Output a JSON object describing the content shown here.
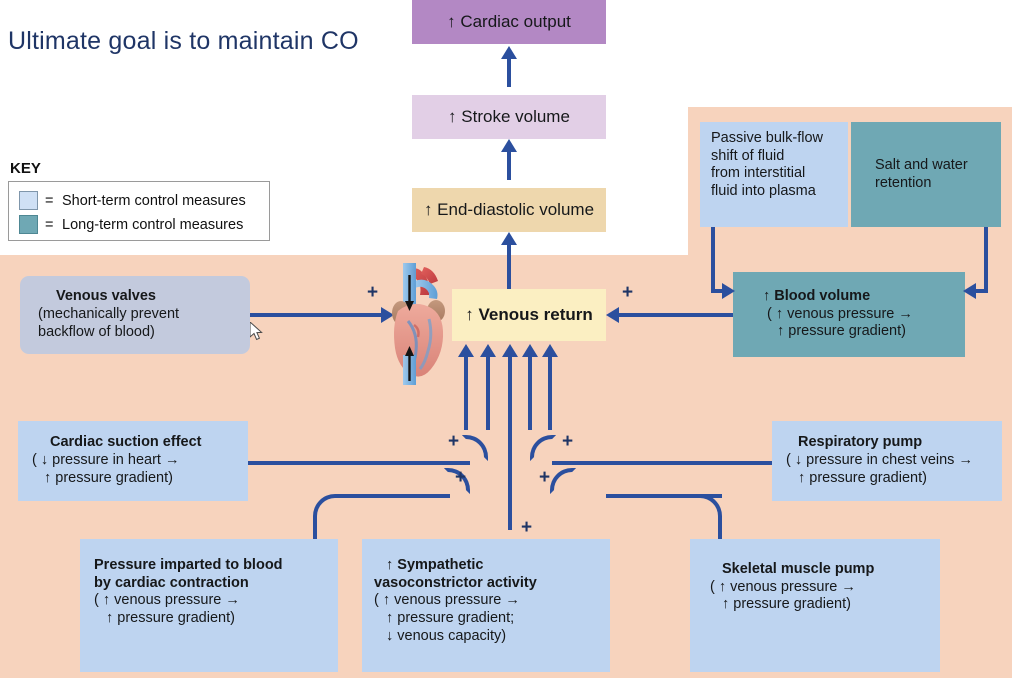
{
  "title": "Ultimate goal is to maintain CO",
  "key": {
    "label": "KEY",
    "equals": "=",
    "items": [
      {
        "swatch": "short-term-swatch",
        "text": "Short-term control measures",
        "color": "#cfe0f5"
      },
      {
        "swatch": "long-term-swatch",
        "text": "Long-term control measures",
        "color": "#6fa8b4"
      }
    ]
  },
  "colors": {
    "peach_background": "#f7d3bd",
    "arrow_blue": "#2b4f9e",
    "title_blue": "#1f3566",
    "cardiac_output_purple": "#b388c4",
    "stroke_volume_lavender": "#e2cfe6",
    "end_diastolic_tan": "#eed7ad",
    "venous_return_yellow": "#fbefc2",
    "short_term_blue": "#bed4f0",
    "venous_valves_blue_gray": "#c3cadd",
    "long_term_teal": "#6fa8b4"
  },
  "nodes": {
    "cardiac_output": {
      "line1": "↑ Cardiac output"
    },
    "stroke_volume": {
      "line1": "↑ Stroke volume"
    },
    "end_diastolic_volume": {
      "line1": "↑ End-diastolic volume"
    },
    "venous_return": {
      "line1": "↑ Venous return"
    },
    "passive_bulk_flow": {
      "line1": "Passive bulk-flow",
      "line2": "shift of fluid",
      "line3": "from interstitial",
      "line4": "fluid into plasma"
    },
    "salt_water_retention": {
      "line1": "Salt and water",
      "line2": "retention"
    },
    "blood_volume": {
      "line1": "↑ Blood volume",
      "line2": "( ↑ venous pressure →",
      "line3": "↑ pressure gradient)"
    },
    "venous_valves": {
      "line1": "Venous valves",
      "line2": "(mechanically prevent",
      "line3": "backflow of blood)"
    },
    "cardiac_suction_effect": {
      "line1": "Cardiac suction effect",
      "line2": "( ↓ pressure in heart →",
      "line3": "↑ pressure gradient)"
    },
    "respiratory_pump": {
      "line1": "Respiratory pump",
      "line2": "( ↓ pressure in chest veins →",
      "line3": "↑ pressure gradient)"
    },
    "pressure_imparted": {
      "line1": "Pressure imparted to blood",
      "line2": "by cardiac contraction",
      "line3": "( ↑ venous pressure →",
      "line4": "↑ pressure gradient)"
    },
    "sympathetic_vasoconstrictor": {
      "line1": "↑ Sympathetic",
      "line2": "vasoconstrictor activity",
      "line3": "( ↑ venous pressure →",
      "line4": "↑ pressure gradient;",
      "line5": "↓ venous capacity)"
    },
    "skeletal_muscle_pump": {
      "line1": "Skeletal muscle pump",
      "line2": "( ↑ venous pressure →",
      "line3": "↑ pressure gradient)"
    }
  },
  "signs": {
    "plus": "+",
    "labels": [
      "plus-venous-valves",
      "plus-blood-volume",
      "plus-cardiac-suction",
      "plus-respiratory-pump",
      "plus-pressure-imparted",
      "plus-skeletal-muscle",
      "plus-sympathetic"
    ]
  },
  "icons": {
    "heart": "heart-illustration",
    "cursor": "mouse-cursor"
  }
}
